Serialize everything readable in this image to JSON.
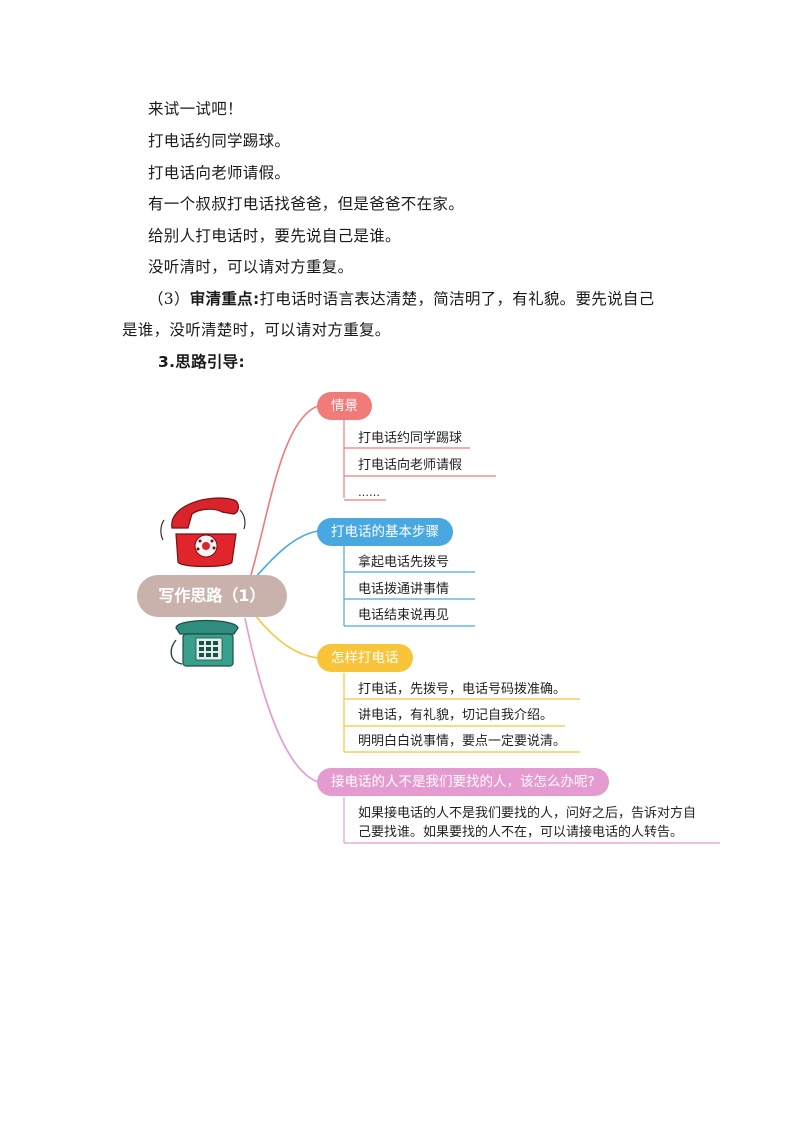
{
  "paragraphs": {
    "p1": "来试一试吧！",
    "p2": "打电话约同学踢球。",
    "p3": "打电话向老师请假。",
    "p4": "有一个叔叔打电话找爸爸，但是爸爸不在家。",
    "p5": "给别人打电话时，要先说自己是谁。",
    "p6": "没听清时，可以请对方重复。",
    "p7_prefix": "（3）",
    "p7_bold": "审清重点:",
    "p7_rest": "打电话时语言表达清楚，简洁明了，有礼貌。要先说自己",
    "p7_cont": "是谁，没听清楚时，可以请对方重复。",
    "heading": "3.思路引导:"
  },
  "mindmap": {
    "center": "写作思路（1）",
    "branches": [
      {
        "title": "情景",
        "color": "#f07b78",
        "items": [
          "打电话约同学踢球",
          "打电话向老师请假",
          "……"
        ]
      },
      {
        "title": "打电话的基本步骤",
        "color": "#4aa8e0",
        "items": [
          "拿起电话先拨号",
          "电话拨通讲事情",
          "电话结束说再见"
        ]
      },
      {
        "title": "怎样打电话",
        "color": "#f8c53a",
        "items": [
          "打电话，先拨号，电话号码拨准确。",
          "讲电话，有礼貌，切记自我介绍。",
          "明明白白说事情，要点一定要说清。"
        ]
      },
      {
        "title": "接电话的人不是我们要找的人，该怎么办呢?",
        "color": "#e59bd0",
        "items": [
          "如果接电话的人不是我们要找的人，问好之后，告诉对方自",
          "己要找谁。如果要找的人不在，可以请接电话的人转告。"
        ]
      }
    ],
    "icons": [
      "red-telephone-icon",
      "green-telephone-icon"
    ]
  }
}
